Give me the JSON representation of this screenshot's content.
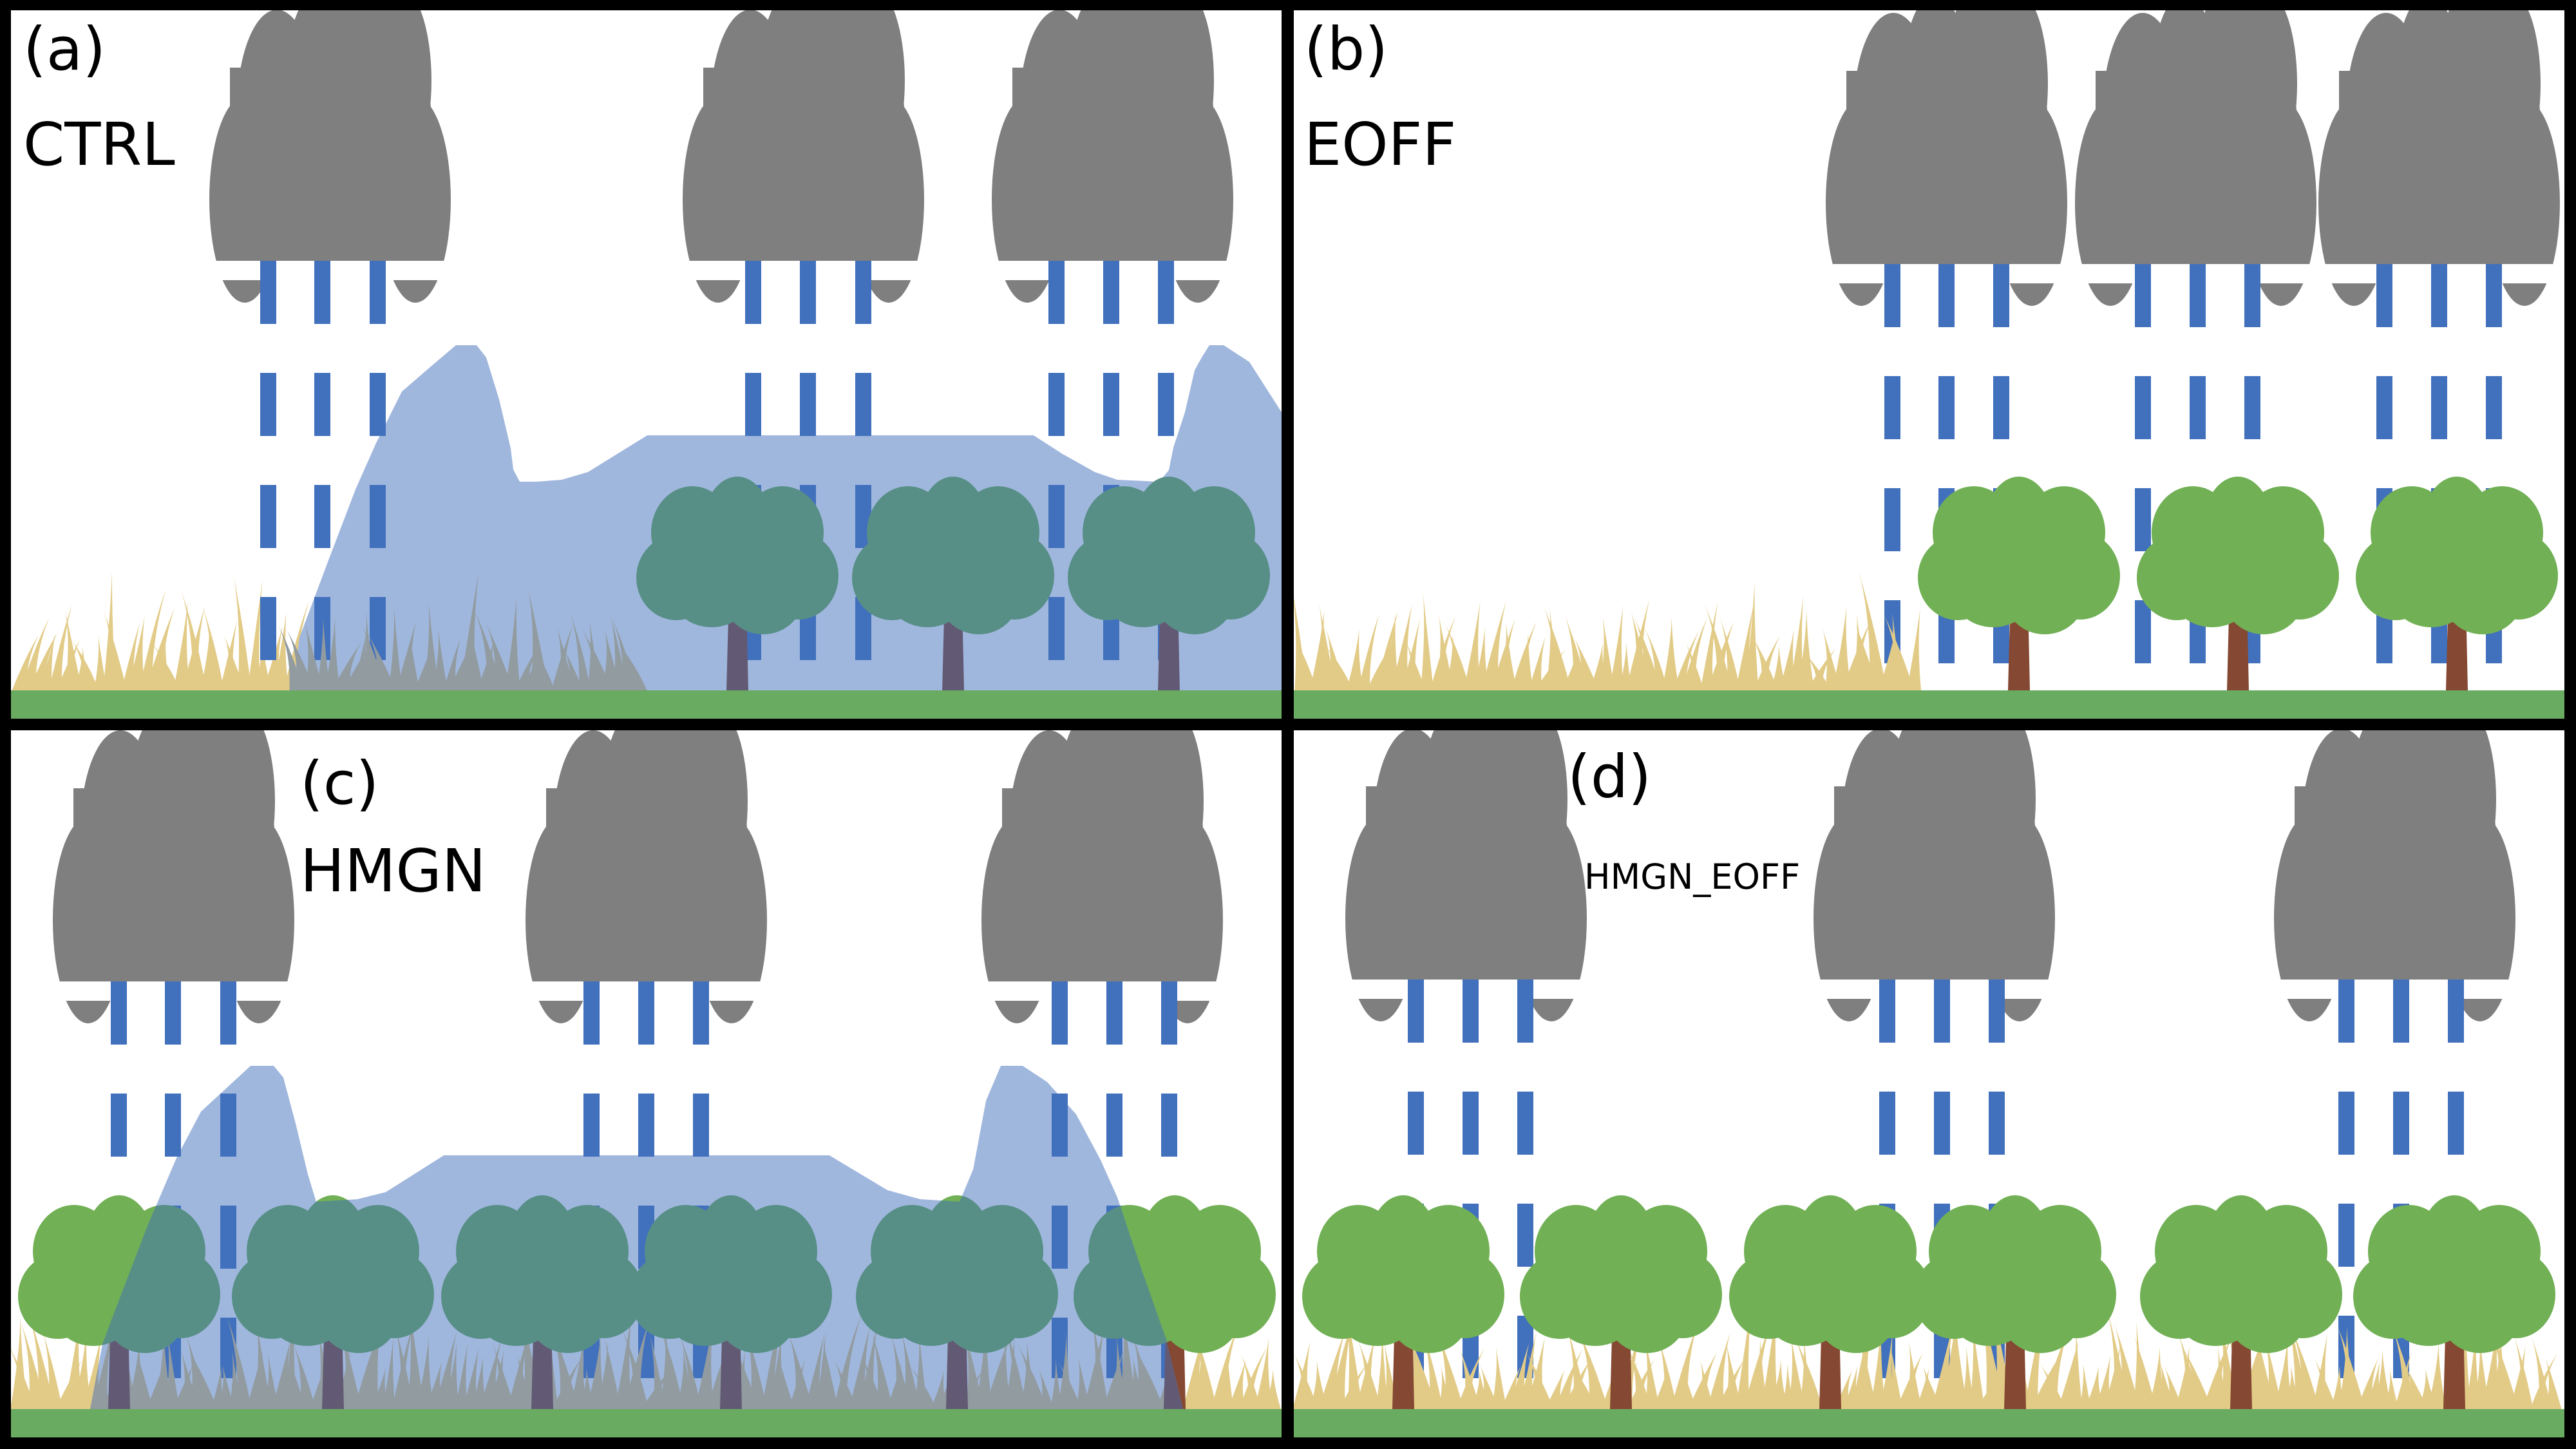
{
  "figure": {
    "type": "schematic-diagram",
    "panels": [
      {
        "id": "a",
        "letter": "(a)",
        "experiment": "CTRL",
        "clouds": 3,
        "trees": 3,
        "tree_state": "inundated",
        "grass_state": "dry-and-inundated",
        "flooded": true
      },
      {
        "id": "b",
        "letter": "(b)",
        "experiment": "EOFF",
        "clouds": 3,
        "trees": 3,
        "tree_state": "healthy",
        "grass_state": "dry",
        "flooded": false
      },
      {
        "id": "c",
        "letter": "(c)",
        "experiment": "HMGN",
        "clouds": 3,
        "trees": 6,
        "tree_state": "mostly-inundated",
        "grass_state": "mostly-inundated",
        "flooded": true
      },
      {
        "id": "d",
        "letter": "(d)",
        "experiment": "HMGN_EOFF",
        "clouds": 3,
        "trees": 6,
        "tree_state": "healthy",
        "grass_state": "dry",
        "flooded": false
      }
    ]
  },
  "colors": {
    "frame": "#000000",
    "background": "#ffffff",
    "cloud": "#7f7f7f",
    "rain": "#4170bd",
    "flood_water": "#a0b7dd",
    "ground": "#6aab62",
    "dry_grass": "#e2cb87",
    "flooded_grass": "#919ba0",
    "tree_canopy": "#71b055",
    "tree_trunk": "#854832",
    "flooded_canopy": "#578f87",
    "flooded_trunk": "#625a74"
  }
}
